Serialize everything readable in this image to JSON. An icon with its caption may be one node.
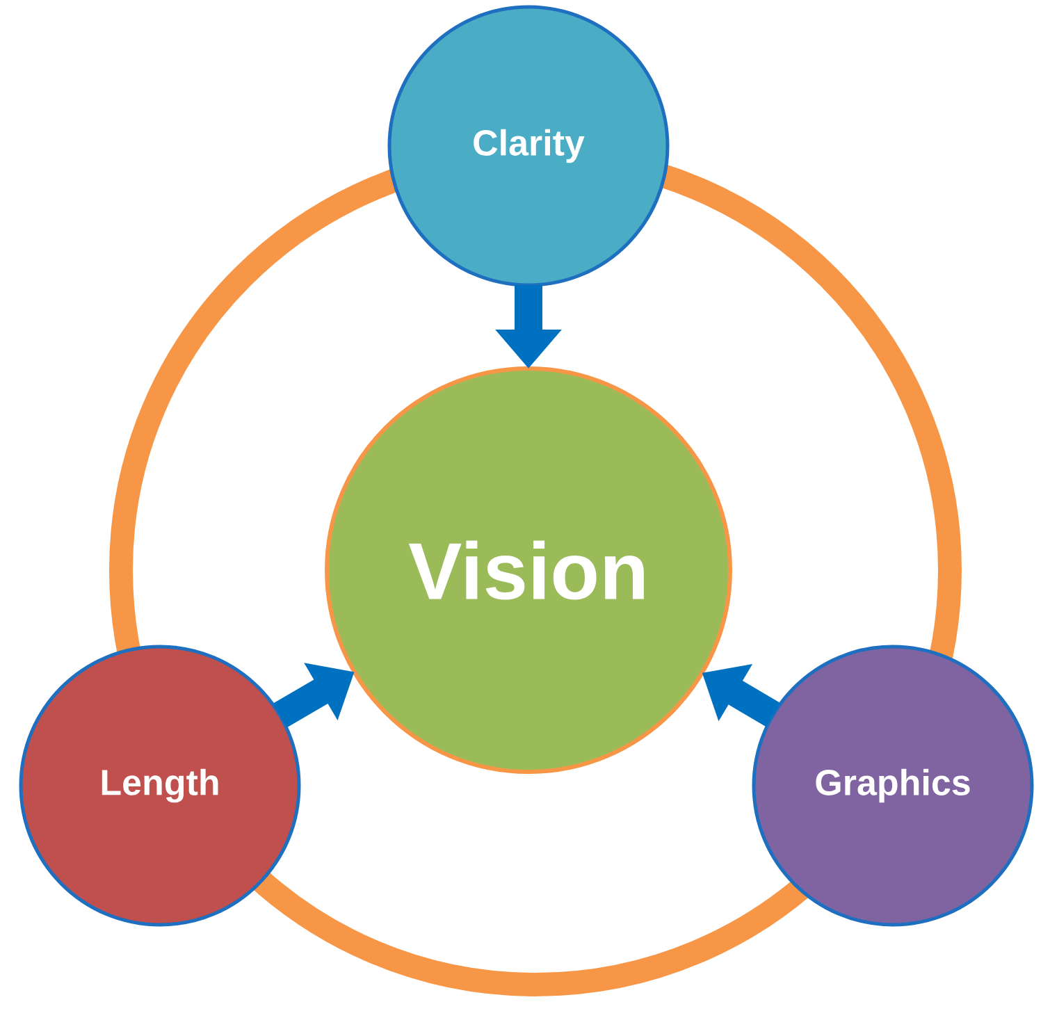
{
  "diagram": {
    "nodes": [
      {
        "text": [
          "Clarity"
        ]
      },
      {
        "text": [
          "Vision"
        ]
      },
      {
        "text": [
          "Length"
        ]
      },
      {
        "text": [
          "Graphics"
        ]
      }
    ],
    "edges": [
      {
        "from": 0,
        "to": 1,
        "arrow": "to"
      },
      {
        "from": 2,
        "to": 1,
        "arrow": "to"
      },
      {
        "from": 3,
        "to": 1,
        "arrow": "to"
      }
    ]
  }
}
